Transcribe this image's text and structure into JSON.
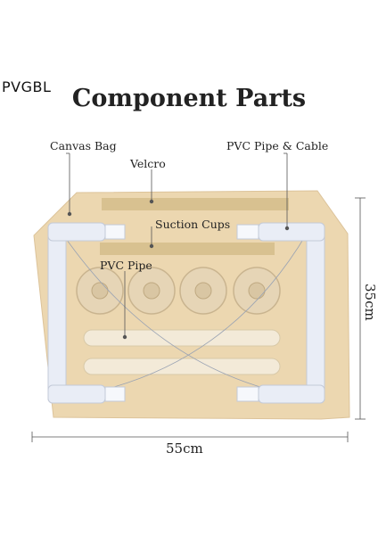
{
  "brand": "PVGBL",
  "title": "Component Parts",
  "labels": {
    "canvas_bag": "Canvas Bag",
    "velcro": "Velcro",
    "pvc_pipe_cable": "PVC Pipe & Cable",
    "suction_cups": "Suction Cups",
    "pvc_pipe": "PVC Pipe"
  },
  "dimensions": {
    "width": "55cm",
    "height": "35cm"
  },
  "colors": {
    "canvas": "#ecd7b0",
    "velcro": "#d8c190",
    "pipe": "#e9edf6",
    "roller": "#f3ead8"
  }
}
